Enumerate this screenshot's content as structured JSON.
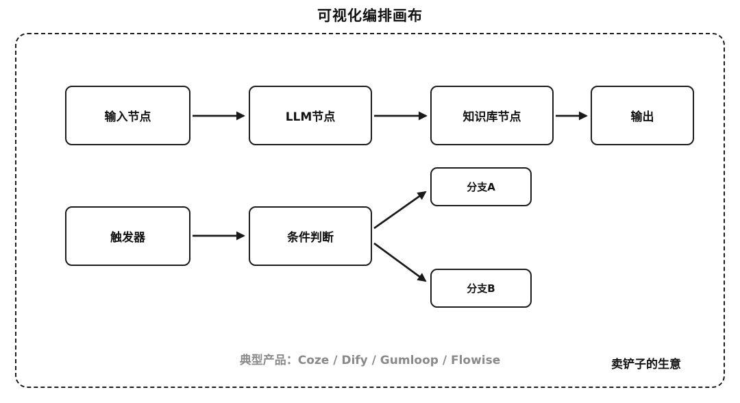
{
  "page": {
    "title": "可视化编排画布"
  },
  "nodes": {
    "input": {
      "label": "输入节点"
    },
    "llm": {
      "label": "LLM节点"
    },
    "knowledge": {
      "label": "知识库节点"
    },
    "output": {
      "label": "输出"
    },
    "trigger": {
      "label": "触发器"
    },
    "condition": {
      "label": "条件判断"
    },
    "branch_a": {
      "label": "分支A"
    },
    "branch_b": {
      "label": "分支B"
    }
  },
  "edges": [
    {
      "from": "input",
      "to": "llm"
    },
    {
      "from": "llm",
      "to": "knowledge"
    },
    {
      "from": "knowledge",
      "to": "output"
    },
    {
      "from": "trigger",
      "to": "condition"
    },
    {
      "from": "condition",
      "to": "branch_a"
    },
    {
      "from": "condition",
      "to": "branch_b"
    }
  ],
  "footer": {
    "products": "典型产品：Coze / Dify / Gumloop / Flowise",
    "note": "卖铲子的生意"
  },
  "colors": {
    "stroke": "#1a1a1a",
    "muted_text": "#8a8a8a",
    "background": "#ffffff"
  }
}
